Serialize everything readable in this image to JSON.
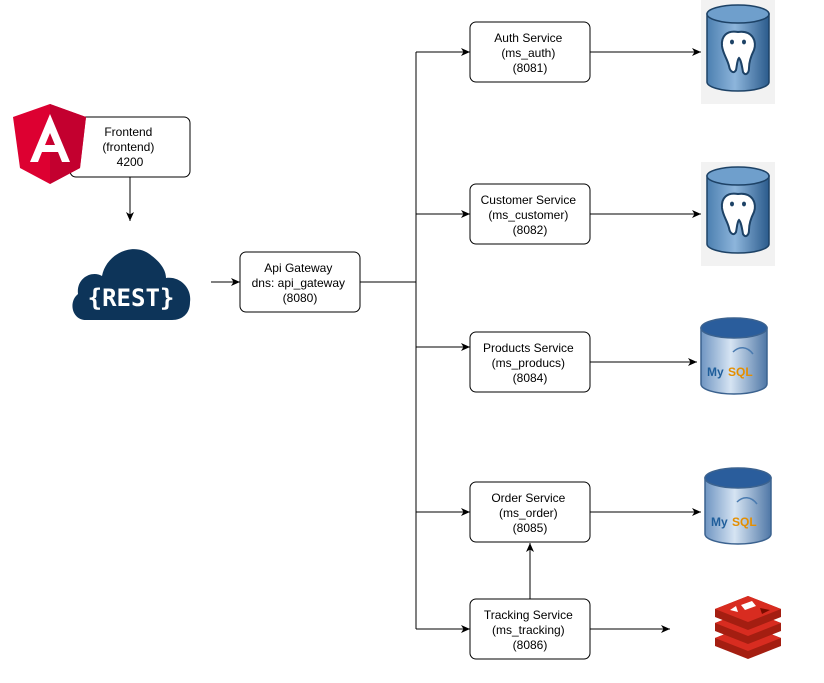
{
  "nodes": {
    "frontend": {
      "lines": [
        "Frontend",
        "(frontend)",
        "4200"
      ]
    },
    "gateway": {
      "lines": [
        "Api Gateway",
        "dns: api_gateway",
        "(8080)"
      ]
    },
    "auth": {
      "lines": [
        "Auth Service",
        "(ms_auth)",
        "(8081)"
      ]
    },
    "customer": {
      "lines": [
        "Customer Service",
        "(ms_customer)",
        "(8082)"
      ]
    },
    "products": {
      "lines": [
        "Products Service",
        "(ms_producs)",
        "(8084)"
      ]
    },
    "order": {
      "lines": [
        "Order Service",
        "(ms_order)",
        "(8085)"
      ]
    },
    "tracking": {
      "lines": [
        "Tracking Service",
        "(ms_tracking)",
        "(8086)"
      ]
    }
  },
  "icons": {
    "angular": "angular-logo-icon",
    "rest": "rest-cloud-icon",
    "postgres": "postgresql-database-icon",
    "mysql": "mysql-database-icon",
    "redis": "redis-database-icon"
  },
  "labels": {
    "rest": "{REST}",
    "mysql_my": "My",
    "mysql_sql": "SQL"
  },
  "colors": {
    "angular_red": "#dd0031",
    "rest_navy": "#0d3459",
    "postgres_blue": "#336791",
    "mysql_blue": "#1f5e9b",
    "mysql_orange": "#e48e00",
    "redis_red": "#d82c20"
  }
}
